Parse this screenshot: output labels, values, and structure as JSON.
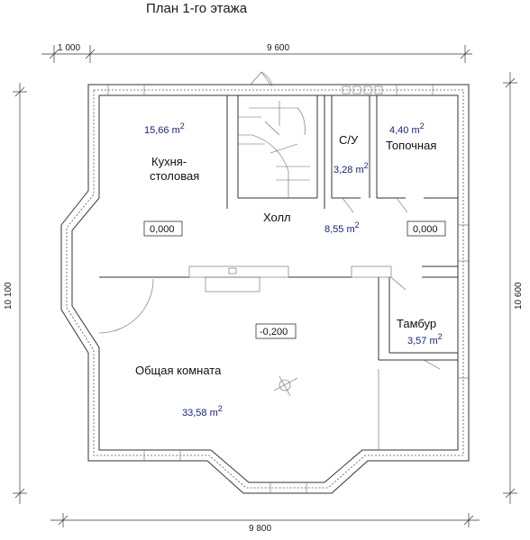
{
  "title": "План 1-го этажа",
  "dimensions": {
    "top_left": "1 000",
    "top_main": "9 600",
    "bottom": "9 800",
    "left": "10 100",
    "right": "10 600"
  },
  "rooms": [
    {
      "name": "Кухня-",
      "name2": "столовая",
      "area": "15,66 m",
      "sup": "2"
    },
    {
      "name": "С/У",
      "area": "3,28 m",
      "sup": "2"
    },
    {
      "name": "Топочная",
      "area": "4,40 m",
      "sup": "2"
    },
    {
      "name": "Холл",
      "area": "8,55 m",
      "sup": "2"
    },
    {
      "name": "Тамбур",
      "area": "3,57 m",
      "sup": "2"
    },
    {
      "name": "Общая комната",
      "area": "33,58 m",
      "sup": "2"
    }
  ],
  "levels": [
    "0,000",
    "0,000",
    "-0,200"
  ]
}
